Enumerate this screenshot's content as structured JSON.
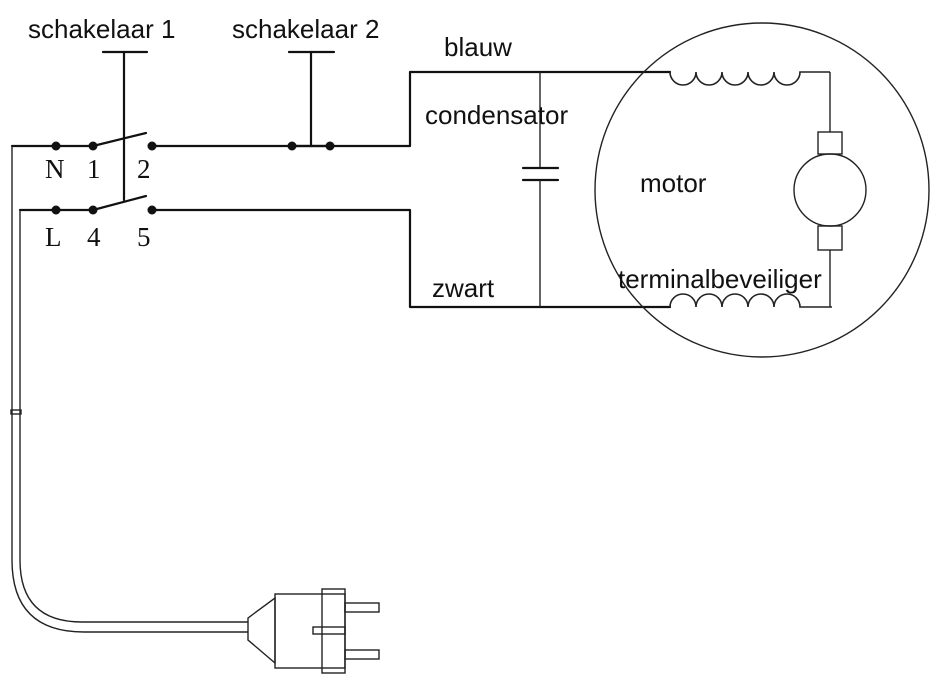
{
  "labels": {
    "switch1": "schakelaar 1",
    "switch2": "schakelaar 2",
    "blue_wire": "blauw",
    "capacitor": "condensator",
    "motor": "motor",
    "thermal_protector": "terminalbeveiliger",
    "black_wire": "zwart"
  },
  "terminals": {
    "n": "N",
    "t1": "1",
    "t2": "2",
    "l": "L",
    "t4": "4",
    "t5": "5"
  },
  "colors": {
    "line": "#111111",
    "background": "#ffffff"
  }
}
